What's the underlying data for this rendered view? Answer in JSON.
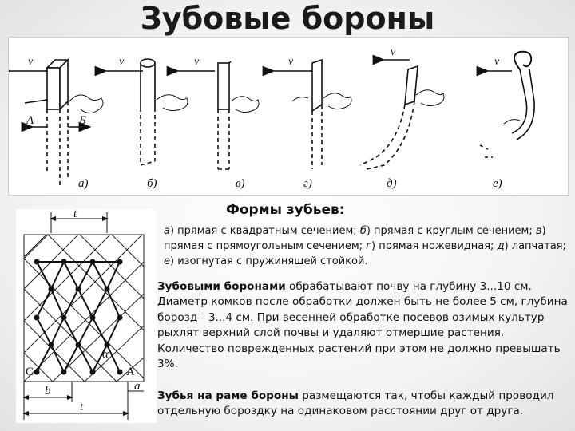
{
  "title": "Зубовые бороны",
  "figure_top": {
    "velocity_label": "v",
    "label_A": "А",
    "label_B": "Б",
    "captions": [
      "а)",
      "б)",
      "в)",
      "г)",
      "д)",
      "е)"
    ]
  },
  "section_heading": "Формы зубьев:",
  "forms_description": {
    "a_letter": "а",
    "a_text": ") прямая с квадратным сечением; ",
    "b_letter": "б",
    "b_text": ") прямая с круглым сечением; ",
    "v_letter": "в",
    "v_text": ") прямая с прямоугольным сечением; ",
    "g_letter": "г",
    "g_text": ") прямая ножевидная; ",
    "d_letter": "д",
    "d_text": ") лапчатая; ",
    "e_letter": "е",
    "e_text": ") изогнутая с пружинящей стойкой."
  },
  "paragraph_depth": {
    "bold": "Зубовыми боронами",
    "text": " обрабатывают почву на глубину 3...10 см. Диаметр комков после обработки должен быть не более 5 см, глубина борозд - 3...4 см. При весенней обработке посевов озимых культур рыхлят верхний слой почвы и удаляют отмершие растения. Количество поврежденных растений при этом не должно превышать 3%."
  },
  "paragraph_frame": {
    "bold": "Зубья на раме бороны",
    "text": " размещаются так, чтобы каждый проводил отдельную бороздку на одинаковом расстоянии друг от друга."
  },
  "figure_bottom": {
    "label_t_top": "t",
    "label_t_bottom": "t",
    "label_b": "b",
    "label_a": "a",
    "label_C": "С",
    "label_A": "А",
    "label_alpha": "α"
  }
}
